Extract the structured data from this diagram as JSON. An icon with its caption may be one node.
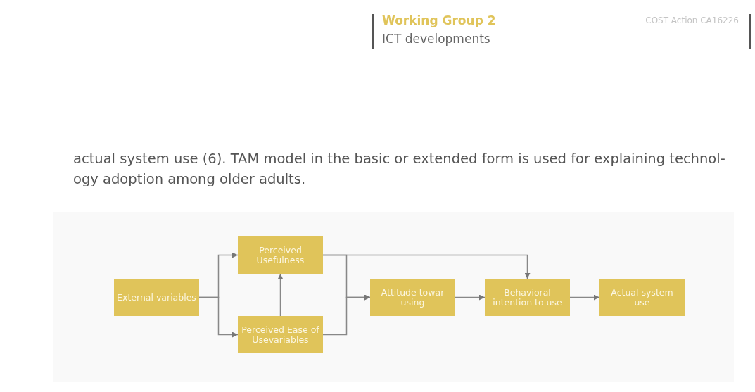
{
  "diagram": {
    "nodes": [
      {
        "text": [
          "External variables"
        ]
      },
      {
        "text": [
          "Perceived Usefulness"
        ]
      },
      {
        "text": [
          "Perceived Ease of Usevariables"
        ]
      },
      {
        "text": [
          "Attitude towar using"
        ]
      },
      {
        "text": [
          "Behavioral intention to use"
        ]
      },
      {
        "text": [
          "Actual system use"
        ]
      }
    ],
    "edges": [
      {
        "from": 0,
        "to": 1,
        "arrow": "to"
      },
      {
        "from": 0,
        "to": 2,
        "arrow": "to"
      },
      {
        "from": 2,
        "to": 1,
        "arrow": "to"
      },
      {
        "from": 1,
        "to": 3,
        "arrow": "to"
      },
      {
        "from": 2,
        "to": 3,
        "arrow": "to"
      },
      {
        "from": 1,
        "to": 4,
        "arrow": "to"
      },
      {
        "from": 3,
        "to": 4,
        "arrow": "to"
      },
      {
        "from": 4,
        "to": 5,
        "arrow": "to"
      }
    ],
    "labels": [
      "Working Group 2",
      "ICT developments",
      "COST Action CA16226",
      "actual system use (6). TAM model in the basic or extended form is used for explaining technol- ogy adoption among older adults."
    ]
  }
}
